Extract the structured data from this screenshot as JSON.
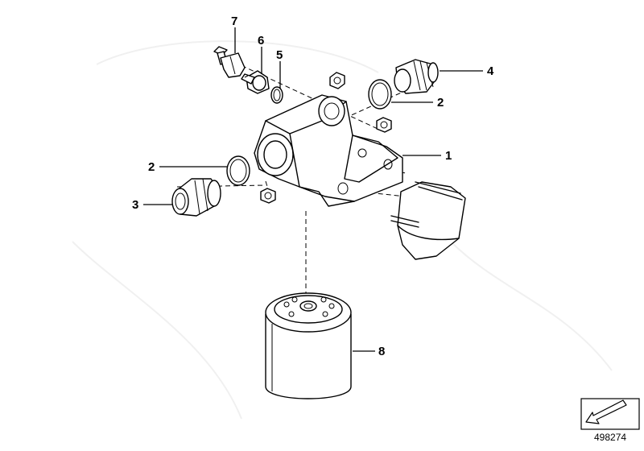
{
  "diagram": {
    "background_color": "#ffffff",
    "line_color": "#000000",
    "callouts": [
      {
        "id": "1",
        "label": "1"
      },
      {
        "id": "2a",
        "label": "2"
      },
      {
        "id": "2b",
        "label": "2"
      },
      {
        "id": "3",
        "label": "3"
      },
      {
        "id": "4",
        "label": "4"
      },
      {
        "id": "5",
        "label": "5"
      },
      {
        "id": "6",
        "label": "6"
      },
      {
        "id": "7",
        "label": "7"
      },
      {
        "id": "8",
        "label": "8"
      }
    ],
    "document_number": "498274"
  }
}
